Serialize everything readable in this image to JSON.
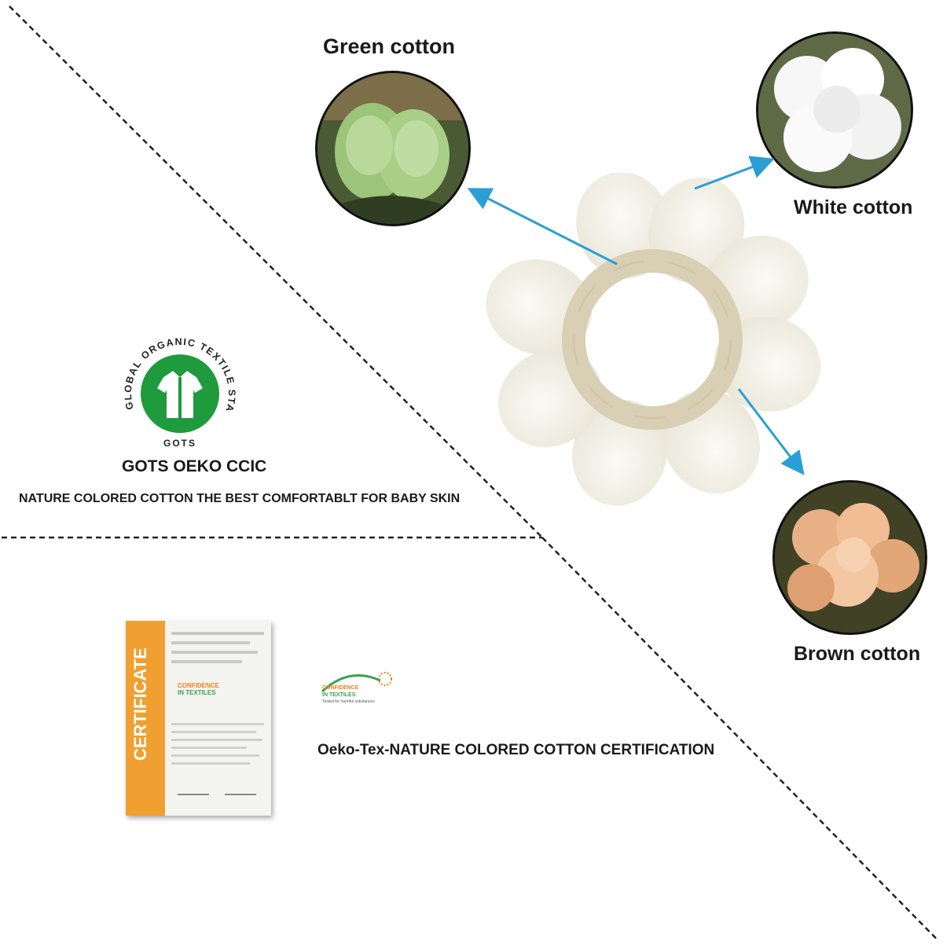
{
  "labels": {
    "green_cotton": "Green cotton",
    "white_cotton": "White cotton",
    "brown_cotton": "Brown cotton",
    "gots_oeko_ccic": "GOTS OEKO CCIC",
    "nature_colored": "NATURE COLORED COTTON THE BEST COMFORTABLT FOR BABY SKIN",
    "oeko_certification": "Oeko-Tex-NATURE COLORED COTTON CERTIFICATION"
  },
  "gots_logo": {
    "ring_text": "GLOBAL ORGANIC TEXTILE STANDARD",
    "bottom_text": "GOTS"
  },
  "certificate": {
    "title": "CERTIFICATE",
    "badge_line1": "CONFIDENCE",
    "badge_line2": "IN TEXTILES"
  },
  "oeko_logo": {
    "line1": "CONFIDENCE",
    "line2": "IN TEXTILES",
    "tagline": "Tested for harmful substances"
  },
  "colors": {
    "arrow": "#2a9fd6",
    "gots_green": "#1f9a3c",
    "certificate_orange": "#f0a030",
    "oeko_green": "#3aa34a",
    "oeko_orange": "#f07f1a"
  }
}
